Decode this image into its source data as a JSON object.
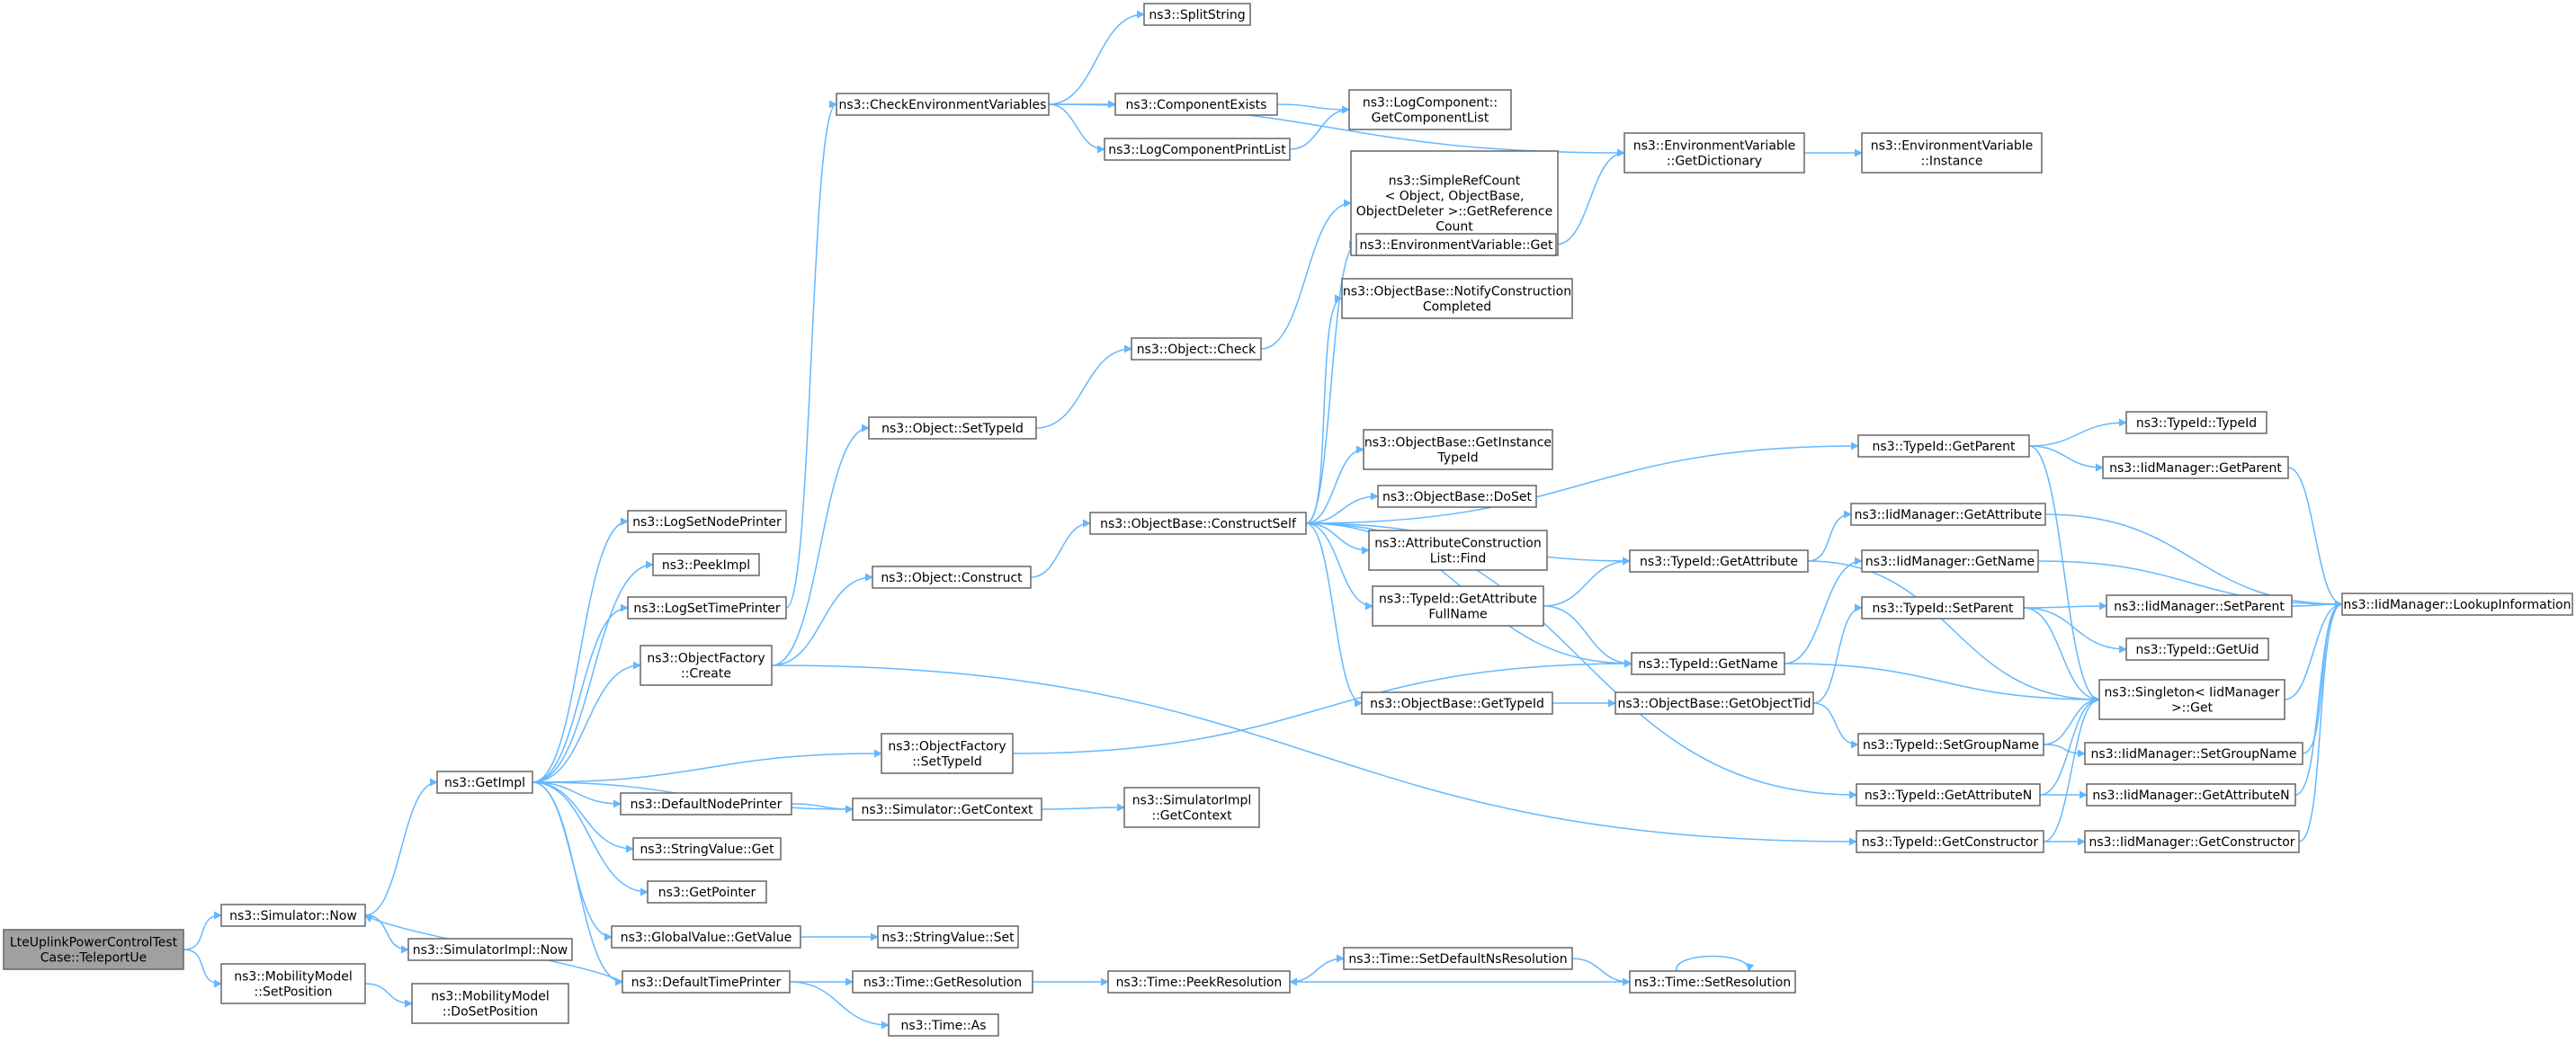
{
  "diagram": {
    "colors": {
      "edge": "#63b8ff",
      "node_border": "#666666",
      "root_fill": "#a0a0a0",
      "node_fill": "#ffffff"
    },
    "nodes": [
      {
        "id": "teleport",
        "lines": [
          "LteUplinkPowerControlTest",
          "Case::TeleportUe"
        ],
        "root": true
      },
      {
        "id": "sim_now",
        "lines": [
          "ns3::Simulator::Now"
        ]
      },
      {
        "id": "mob_setpos",
        "lines": [
          "ns3::MobilityModel",
          "::SetPosition"
        ]
      },
      {
        "id": "getimpl",
        "lines": [
          "ns3::GetImpl"
        ]
      },
      {
        "id": "simimpl_now",
        "lines": [
          "ns3::SimulatorImpl::Now"
        ]
      },
      {
        "id": "mob_dosetpos",
        "lines": [
          "ns3::MobilityModel",
          "::DoSetPosition"
        ]
      },
      {
        "id": "logsetnode",
        "lines": [
          "ns3::LogSetNodePrinter"
        ]
      },
      {
        "id": "peekimpl",
        "lines": [
          "ns3::PeekImpl"
        ]
      },
      {
        "id": "logsettime",
        "lines": [
          "ns3::LogSetTimePrinter"
        ]
      },
      {
        "id": "objfact_create",
        "lines": [
          "ns3::ObjectFactory",
          "::Create"
        ]
      },
      {
        "id": "defnodeprinter",
        "lines": [
          "ns3::DefaultNodePrinter"
        ]
      },
      {
        "id": "strval_get",
        "lines": [
          "ns3::StringValue::Get"
        ]
      },
      {
        "id": "getpointer",
        "lines": [
          "ns3::GetPointer"
        ]
      },
      {
        "id": "globval_getvalue",
        "lines": [
          "ns3::GlobalValue::GetValue"
        ]
      },
      {
        "id": "deftimeprinter",
        "lines": [
          "ns3::DefaultTimePrinter"
        ]
      },
      {
        "id": "checkenv",
        "lines": [
          "ns3::CheckEnvironmentVariables"
        ]
      },
      {
        "id": "splitstring",
        "lines": [
          "ns3::SplitString"
        ]
      },
      {
        "id": "compexists",
        "lines": [
          "ns3::ComponentExists"
        ]
      },
      {
        "id": "logcompprint",
        "lines": [
          "ns3::LogComponentPrintList"
        ]
      },
      {
        "id": "logcomp_getlist",
        "lines": [
          "ns3::LogComponent::",
          "GetComponentList"
        ]
      },
      {
        "id": "envvar_getdict",
        "lines": [
          "ns3::EnvironmentVariable",
          "::GetDictionary"
        ]
      },
      {
        "id": "envvar_instance",
        "lines": [
          "ns3::EnvironmentVariable",
          "::Instance"
        ]
      },
      {
        "id": "obj_settypeid",
        "lines": [
          "ns3::Object::SetTypeId"
        ]
      },
      {
        "id": "obj_construct",
        "lines": [
          "ns3::Object::Construct"
        ]
      },
      {
        "id": "objfact_settypeid",
        "lines": [
          "ns3::ObjectFactory",
          "::SetTypeId"
        ]
      },
      {
        "id": "sim_getcontext",
        "lines": [
          "ns3::Simulator::GetContext"
        ]
      },
      {
        "id": "simimpl_getcontext",
        "lines": [
          "ns3::SimulatorImpl",
          "::GetContext"
        ]
      },
      {
        "id": "strval_set",
        "lines": [
          "ns3::StringValue::Set"
        ]
      },
      {
        "id": "time_getres",
        "lines": [
          "ns3::Time::GetResolution"
        ]
      },
      {
        "id": "time_as",
        "lines": [
          "ns3::Time::As"
        ]
      },
      {
        "id": "time_peekres",
        "lines": [
          "ns3::Time::PeekResolution"
        ]
      },
      {
        "id": "time_setdefns",
        "lines": [
          "ns3::Time::SetDefaultNsResolution"
        ]
      },
      {
        "id": "time_setres",
        "lines": [
          "ns3::Time::SetResolution"
        ]
      },
      {
        "id": "obj_check",
        "lines": [
          "ns3::Object::Check"
        ]
      },
      {
        "id": "objbase_constructself",
        "lines": [
          "ns3::ObjectBase::ConstructSelf"
        ]
      },
      {
        "id": "simplerefcount",
        "lines": [
          "ns3::SimpleRefCount",
          "< Object, ObjectBase,",
          "ObjectDeleter >::GetReference",
          "Count"
        ]
      },
      {
        "id": "envvar_get",
        "lines": [
          "ns3::EnvironmentVariable::Get"
        ]
      },
      {
        "id": "objbase_notify",
        "lines": [
          "ns3::ObjectBase::NotifyConstruction",
          "Completed"
        ]
      },
      {
        "id": "objbase_getinst",
        "lines": [
          "ns3::ObjectBase::GetInstance",
          "TypeId"
        ]
      },
      {
        "id": "objbase_doset",
        "lines": [
          "ns3::ObjectBase::DoSet"
        ]
      },
      {
        "id": "attrconst_find",
        "lines": [
          "ns3::AttributeConstruction",
          "List::Find"
        ]
      },
      {
        "id": "typeid_getattrfullname",
        "lines": [
          "ns3::TypeId::GetAttribute",
          "FullName"
        ]
      },
      {
        "id": "objbase_gettypeid",
        "lines": [
          "ns3::ObjectBase::GetTypeId"
        ]
      },
      {
        "id": "typeid_getattribute",
        "lines": [
          "ns3::TypeId::GetAttribute"
        ]
      },
      {
        "id": "typeid_getname",
        "lines": [
          "ns3::TypeId::GetName"
        ]
      },
      {
        "id": "objbase_getobjtid",
        "lines": [
          "ns3::ObjectBase::GetObjectTid"
        ]
      },
      {
        "id": "typeid_getparent",
        "lines": [
          "ns3::TypeId::GetParent"
        ]
      },
      {
        "id": "iid_getattribute",
        "lines": [
          "ns3::IidManager::GetAttribute"
        ]
      },
      {
        "id": "iid_getname",
        "lines": [
          "ns3::IidManager::GetName"
        ]
      },
      {
        "id": "typeid_setparent",
        "lines": [
          "ns3::TypeId::SetParent"
        ]
      },
      {
        "id": "typeid_setgroupname",
        "lines": [
          "ns3::TypeId::SetGroupName"
        ]
      },
      {
        "id": "typeid_getattributen",
        "lines": [
          "ns3::TypeId::GetAttributeN"
        ]
      },
      {
        "id": "typeid_getconstructor",
        "lines": [
          "ns3::TypeId::GetConstructor"
        ]
      },
      {
        "id": "typeid_typeid",
        "lines": [
          "ns3::TypeId::TypeId"
        ]
      },
      {
        "id": "iid_getparent",
        "lines": [
          "ns3::IidManager::GetParent"
        ]
      },
      {
        "id": "iid_setparent",
        "lines": [
          "ns3::IidManager::SetParent"
        ]
      },
      {
        "id": "typeid_getuid",
        "lines": [
          "ns3::TypeId::GetUid"
        ]
      },
      {
        "id": "singleton_get",
        "lines": [
          "ns3::Singleton< IidManager",
          ">::Get"
        ]
      },
      {
        "id": "iid_setgroupname",
        "lines": [
          "ns3::IidManager::SetGroupName"
        ]
      },
      {
        "id": "iid_getattributen",
        "lines": [
          "ns3::IidManager::GetAttributeN"
        ]
      },
      {
        "id": "iid_getconstructor",
        "lines": [
          "ns3::IidManager::GetConstructor"
        ]
      },
      {
        "id": "iid_lookupinfo",
        "lines": [
          "ns3::IidManager::LookupInformation"
        ]
      }
    ],
    "edges": [
      [
        "teleport",
        "sim_now"
      ],
      [
        "teleport",
        "mob_setpos"
      ],
      [
        "sim_now",
        "getimpl"
      ],
      [
        "sim_now",
        "simimpl_now"
      ],
      [
        "mob_setpos",
        "mob_dosetpos"
      ],
      [
        "getimpl",
        "logsetnode"
      ],
      [
        "getimpl",
        "peekimpl"
      ],
      [
        "getimpl",
        "logsettime"
      ],
      [
        "getimpl",
        "objfact_create"
      ],
      [
        "getimpl",
        "objfact_settypeid"
      ],
      [
        "getimpl",
        "defnodeprinter"
      ],
      [
        "getimpl",
        "sim_getcontext"
      ],
      [
        "getimpl",
        "strval_get"
      ],
      [
        "getimpl",
        "getpointer"
      ],
      [
        "getimpl",
        "globval_getvalue"
      ],
      [
        "getimpl",
        "deftimeprinter"
      ],
      [
        "logsettime",
        "checkenv"
      ],
      [
        "objfact_create",
        "obj_settypeid"
      ],
      [
        "objfact_create",
        "obj_construct"
      ],
      [
        "objfact_create",
        "typeid_getconstructor"
      ],
      [
        "objfact_settypeid",
        "typeid_getname"
      ],
      [
        "defnodeprinter",
        "sim_getcontext"
      ],
      [
        "globval_getvalue",
        "strval_set"
      ],
      [
        "deftimeprinter",
        "sim_now"
      ],
      [
        "deftimeprinter",
        "time_getres"
      ],
      [
        "deftimeprinter",
        "time_as"
      ],
      [
        "checkenv",
        "splitstring"
      ],
      [
        "checkenv",
        "compexists"
      ],
      [
        "checkenv",
        "logcompprint"
      ],
      [
        "checkenv",
        "envvar_getdict"
      ],
      [
        "compexists",
        "logcomp_getlist"
      ],
      [
        "logcompprint",
        "logcomp_getlist"
      ],
      [
        "envvar_getdict",
        "envvar_instance"
      ],
      [
        "obj_settypeid",
        "obj_check"
      ],
      [
        "obj_construct",
        "objbase_constructself"
      ],
      [
        "sim_getcontext",
        "simimpl_getcontext"
      ],
      [
        "time_getres",
        "time_peekres"
      ],
      [
        "time_peekres",
        "time_setdefns"
      ],
      [
        "time_setdefns",
        "time_setres"
      ],
      [
        "time_setres",
        "time_peekres"
      ],
      [
        "time_setres",
        "time_setres"
      ],
      [
        "obj_check",
        "simplerefcount"
      ],
      [
        "objbase_constructself",
        "envvar_get"
      ],
      [
        "objbase_constructself",
        "objbase_notify"
      ],
      [
        "objbase_constructself",
        "typeid_getparent"
      ],
      [
        "objbase_constructself",
        "typeid_getattribute"
      ],
      [
        "objbase_constructself",
        "objbase_getinst"
      ],
      [
        "objbase_constructself",
        "objbase_doset"
      ],
      [
        "objbase_constructself",
        "attrconst_find"
      ],
      [
        "objbase_constructself",
        "typeid_getattrfullname"
      ],
      [
        "objbase_constructself",
        "typeid_getname"
      ],
      [
        "objbase_constructself",
        "objbase_gettypeid"
      ],
      [
        "objbase_constructself",
        "typeid_getattributen"
      ],
      [
        "envvar_get",
        "envvar_getdict"
      ],
      [
        "typeid_getattrfullname",
        "typeid_getattribute"
      ],
      [
        "typeid_getattrfullname",
        "typeid_getname"
      ],
      [
        "objbase_gettypeid",
        "objbase_getobjtid"
      ],
      [
        "objbase_getobjtid",
        "typeid_setparent"
      ],
      [
        "objbase_getobjtid",
        "typeid_setgroupname"
      ],
      [
        "typeid_getattribute",
        "iid_getattribute"
      ],
      [
        "typeid_getattribute",
        "singleton_get"
      ],
      [
        "typeid_getname",
        "iid_getname"
      ],
      [
        "typeid_getname",
        "singleton_get"
      ],
      [
        "typeid_getparent",
        "typeid_typeid"
      ],
      [
        "typeid_getparent",
        "iid_getparent"
      ],
      [
        "typeid_getparent",
        "singleton_get"
      ],
      [
        "iid_getattribute",
        "iid_lookupinfo"
      ],
      [
        "iid_getname",
        "iid_lookupinfo"
      ],
      [
        "typeid_setparent",
        "iid_setparent"
      ],
      [
        "typeid_setparent",
        "typeid_getuid"
      ],
      [
        "typeid_setparent",
        "singleton_get"
      ],
      [
        "typeid_setgroupname",
        "singleton_get"
      ],
      [
        "typeid_setgroupname",
        "iid_setgroupname"
      ],
      [
        "typeid_getattributen",
        "singleton_get"
      ],
      [
        "typeid_getattributen",
        "iid_getattributen"
      ],
      [
        "typeid_getconstructor",
        "singleton_get"
      ],
      [
        "typeid_getconstructor",
        "iid_getconstructor"
      ],
      [
        "iid_getparent",
        "iid_lookupinfo"
      ],
      [
        "iid_setparent",
        "iid_lookupinfo"
      ],
      [
        "singleton_get",
        "iid_lookupinfo"
      ],
      [
        "iid_setgroupname",
        "iid_lookupinfo"
      ],
      [
        "iid_getattributen",
        "iid_lookupinfo"
      ],
      [
        "iid_getconstructor",
        "iid_lookupinfo"
      ]
    ]
  }
}
